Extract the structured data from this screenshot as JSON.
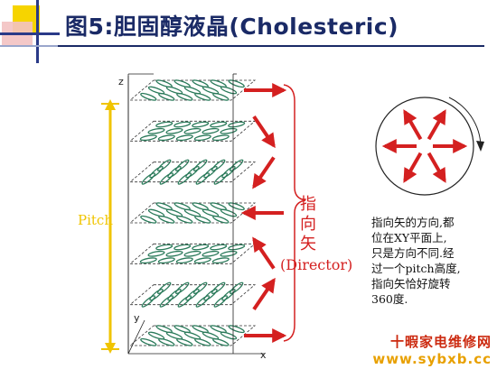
{
  "title": "图5:胆固醇液晶(Cholesteric)",
  "diagram": {
    "axis_labels": {
      "z": "z",
      "x": "x",
      "y": "y"
    },
    "pitch_label": "Pitch",
    "director_chinese": [
      "指",
      "向",
      "矢"
    ],
    "director_english": "(Director)",
    "description_lines": [
      "指向矢的方向,都",
      "位在XY平面上,",
      "只是方向不同.经",
      "过一个pitch高度,",
      "指向矢恰好旋转",
      "360度."
    ],
    "arrow_angles_deg": [
      0,
      60,
      120,
      180,
      240,
      300,
      360
    ],
    "colors": {
      "red": "#d42020",
      "yellow": "#f0c400",
      "teal": "#2a7a5a",
      "title": "#1a2a66"
    }
  },
  "watermark": {
    "line1": "十暇家电维修网",
    "line2": "www.sybxb.cc"
  }
}
